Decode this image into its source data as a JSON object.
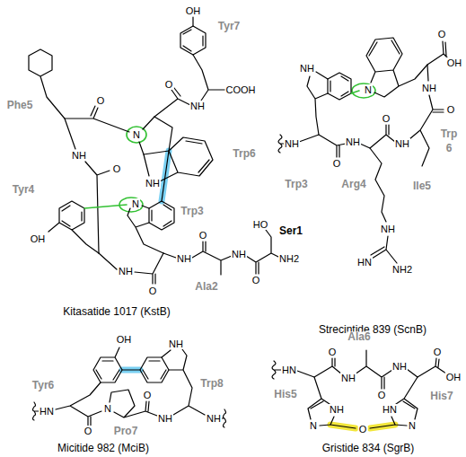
{
  "diagram": {
    "labels": [
      "OH",
      "Tyr7",
      "COOH",
      "O",
      "NH",
      "Phe5",
      "O",
      "N",
      "NH",
      "Trp6",
      "NH",
      "O",
      "Tyr4",
      "N",
      "OH",
      "Trp3",
      "NH",
      "O",
      "Ala2",
      "NH",
      "O",
      "NH2",
      "HO",
      "Ser1",
      "NH",
      "O",
      "Kitasatide 1017 (KstB)",
      "O",
      "OH",
      "N",
      "NH",
      "NH",
      "O",
      "Trp",
      "6",
      "NH",
      "O",
      "NH",
      "O",
      "NH",
      "Ile5",
      "Arg4",
      "Trp3",
      "NH",
      "HN",
      "NH2",
      "Strecintide 839 (ScnB)",
      "OH",
      "NH",
      "Tyr6",
      "HN",
      "O",
      "N",
      "O",
      "NH",
      "Trp8",
      "NH",
      "Pro7",
      "Micitide 982 (MciB)",
      "Ala6",
      "HN",
      "O",
      "NH",
      "O",
      "NH",
      "O",
      "OH",
      "His5",
      "His7",
      "NH",
      "HN",
      "N",
      "O",
      "N",
      "Gristide 834 (SgrB)"
    ]
  }
}
